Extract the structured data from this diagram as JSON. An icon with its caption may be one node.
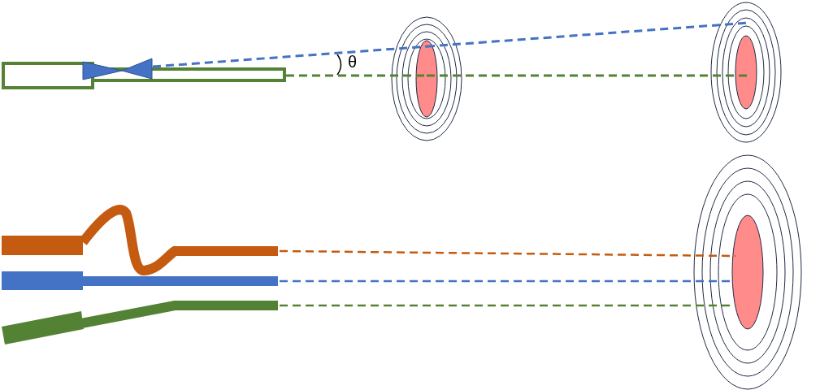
{
  "diagram": {
    "nodes": [
      {
        "text": [],
        "shape": "picture"
      },
      {
        "text": [],
        "shape": "picture"
      },
      {
        "text": [],
        "shape": "picture"
      },
      {
        "text": [],
        "shape": "picture"
      },
      {
        "text": [],
        "shape": "picture"
      },
      {
        "text": [],
        "shape": "picture"
      },
      {
        "text": [],
        "shape": "picture"
      }
    ],
    "edges": [
      {
        "from": 0,
        "to": 1,
        "arrow": "none",
        "style": "dashed",
        "color": "#4472c4"
      },
      {
        "from": 1,
        "to": 2,
        "arrow": "none",
        "style": "dashed",
        "color": "#4472c4"
      },
      {
        "from": 0,
        "to": 1,
        "arrow": "none",
        "style": "dashed",
        "color": "#548235"
      },
      {
        "from": 1,
        "to": 2,
        "arrow": "none",
        "style": "dashed",
        "color": "#548235"
      },
      {
        "from": 3,
        "to": 6,
        "arrow": "none",
        "style": "dashed",
        "color": "#c55a11"
      },
      {
        "from": 4,
        "to": 6,
        "arrow": "none",
        "style": "dashed",
        "color": "#4472c4"
      },
      {
        "from": 5,
        "to": 6,
        "arrow": "none",
        "style": "dashed",
        "color": "#548235"
      }
    ],
    "labels": [
      "θ"
    ]
  }
}
